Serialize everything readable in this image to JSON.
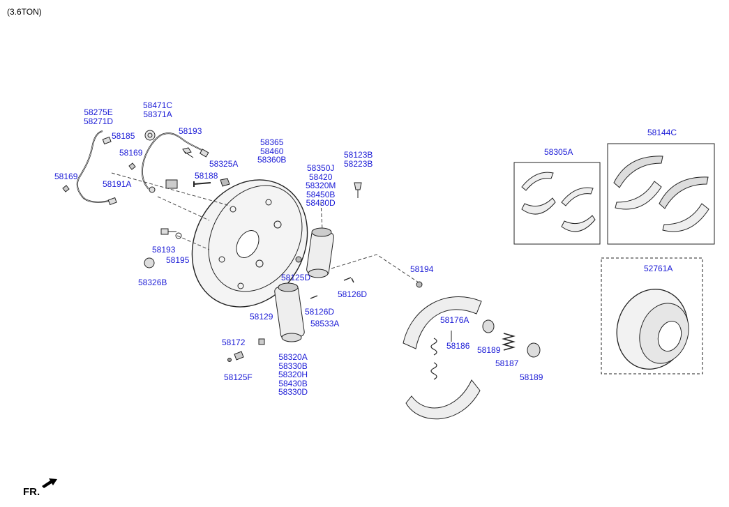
{
  "header": {
    "variant": "(3.6TON)"
  },
  "direction": {
    "label": "FR."
  },
  "callouts": {
    "c58275e": "58275E\n58271D",
    "c58471c": "58471C\n58371A",
    "c58185": "58185",
    "c58193a": "58193",
    "c58169a": "58169",
    "c58169b": "58169",
    "c58325a": "58325A",
    "c58188": "58188",
    "c58191a": "58191A",
    "c58365": "58365\n58460\n58360B",
    "c58350j": "58350J\n58420\n58320M\n58450B\n58430D",
    "c58123b": "58123B\n58223B",
    "c58193b": "58193",
    "c58195": "58195",
    "c58326b": "58326B",
    "c58125d": "58125D",
    "c58126da": "58126D",
    "c58126db": "58126D",
    "c58194": "58194",
    "c58129": "58129",
    "c58533a": "58533A",
    "c58172": "58172",
    "c58125f": "58125F",
    "c58320a": "58320A\n58330B\n58320H\n58430B\n58330D",
    "c58176a": "58176A",
    "c58186": "58186",
    "c58189a": "58189",
    "c58187": "58187",
    "c58189b": "58189",
    "c58305a": "58305A",
    "c58144c": "58144C",
    "c52761a": "52761A"
  }
}
